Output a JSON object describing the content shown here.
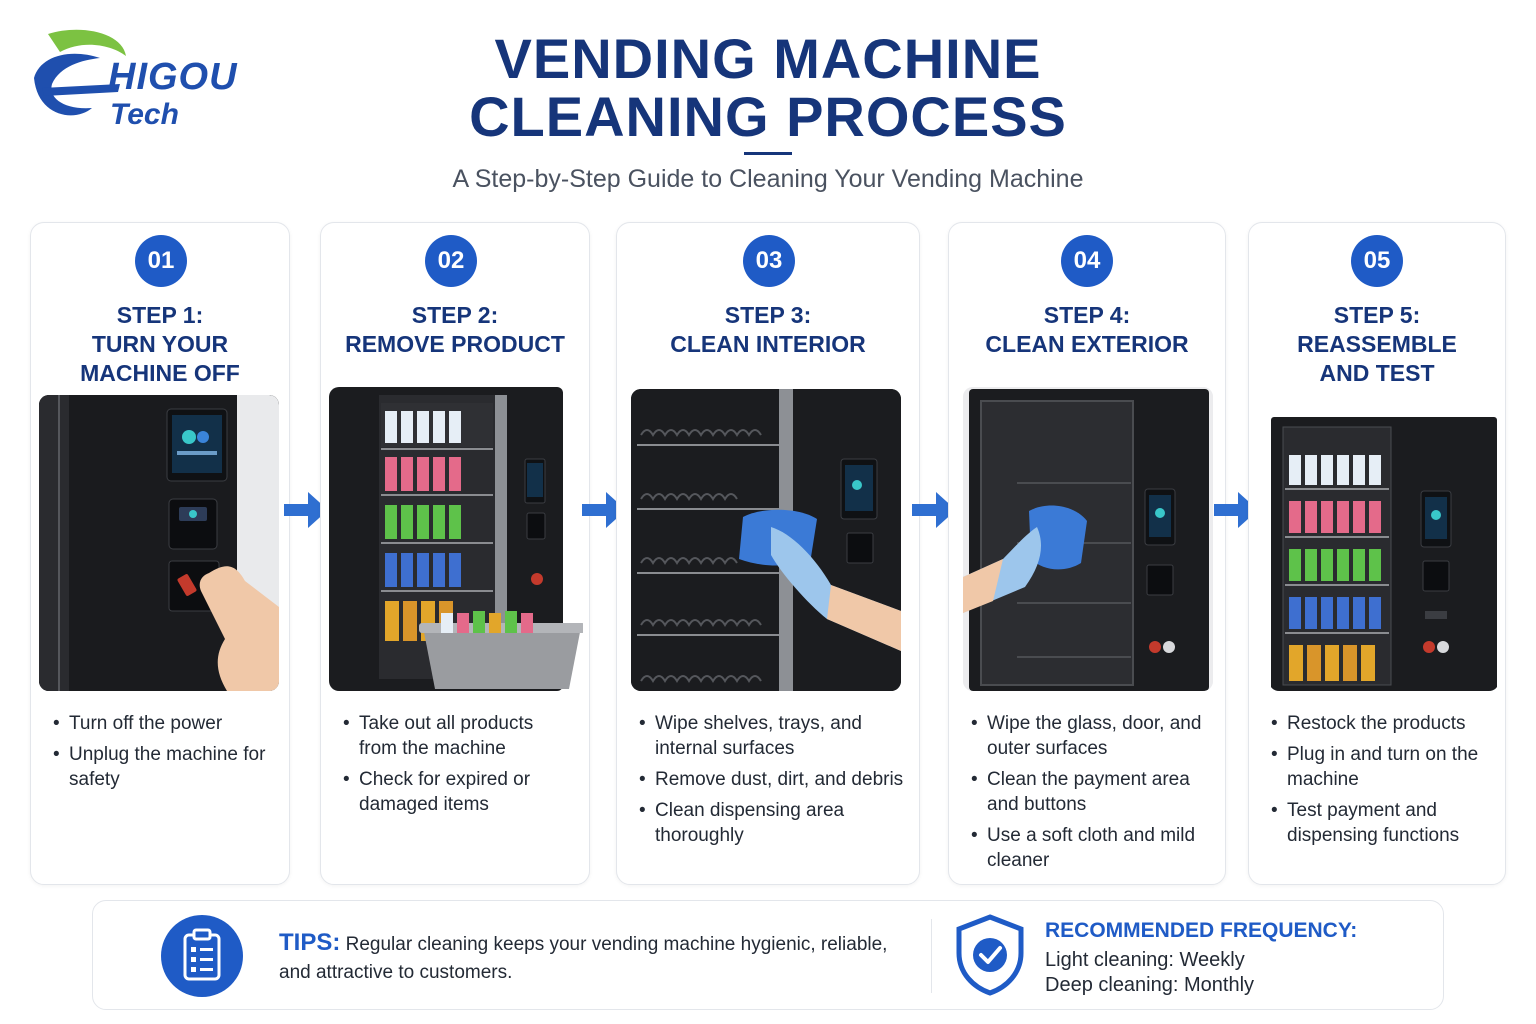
{
  "brand": {
    "name": "HIGOU",
    "sub": "Tech",
    "color_primary": "#1f4fae",
    "color_accent": "#7cc242"
  },
  "header": {
    "title_line1": "VENDING MACHINE",
    "title_line2": "CLEANING PROCESS",
    "subtitle": "A Step-by-Step Guide to Cleaning Your Vending Machine"
  },
  "steps": [
    {
      "number": "01",
      "title_line1": "STEP 1:",
      "title_line2": "TURN YOUR",
      "title_line3": "MACHINE OFF",
      "image": "machine-power-switch-photo",
      "bullets": [
        "Turn off the power",
        "Unplug the machine for safety"
      ]
    },
    {
      "number": "02",
      "title_line1": "STEP 2:",
      "title_line2": "REMOVE PRODUCT",
      "image": "machine-product-removal-photo",
      "bullets": [
        "Take out all products from the machine",
        "Check for expired or damaged items"
      ]
    },
    {
      "number": "03",
      "title_line1": "STEP 3:",
      "title_line2": "CLEAN INTERIOR",
      "image": "interior-wipe-photo",
      "bullets": [
        "Wipe shelves, trays, and internal surfaces",
        "Remove dust, dirt, and debris",
        "Clean dispensing area thoroughly"
      ]
    },
    {
      "number": "04",
      "title_line1": "STEP 4:",
      "title_line2": "CLEAN EXTERIOR",
      "image": "exterior-wipe-photo",
      "bullets": [
        "Wipe the glass, door, and outer surfaces",
        "Clean the payment area and buttons",
        "Use a soft cloth and mild cleaner"
      ]
    },
    {
      "number": "05",
      "title_line1": "STEP 5:",
      "title_line2": "REASSEMBLE",
      "title_line3": "AND TEST",
      "image": "restocked-machine-photo",
      "bullets": [
        "Restock the products",
        "Plug in and turn on the machine",
        "Test payment and dispensing functions"
      ]
    }
  ],
  "tips": {
    "label": "TIPS:",
    "text": "Regular cleaning keeps your vending machine hygienic, reliable, and attractive to customers.",
    "icon": "clipboard-checklist-icon"
  },
  "frequency": {
    "title": "RECOMMENDED FREQUENCY:",
    "light": "Light cleaning: Weekly",
    "deep": "Deep cleaning: Monthly",
    "icon": "shield-check-icon"
  },
  "colors": {
    "title": "#16357a",
    "badge": "#1f5bc6",
    "arrow": "#2f6fd1"
  }
}
